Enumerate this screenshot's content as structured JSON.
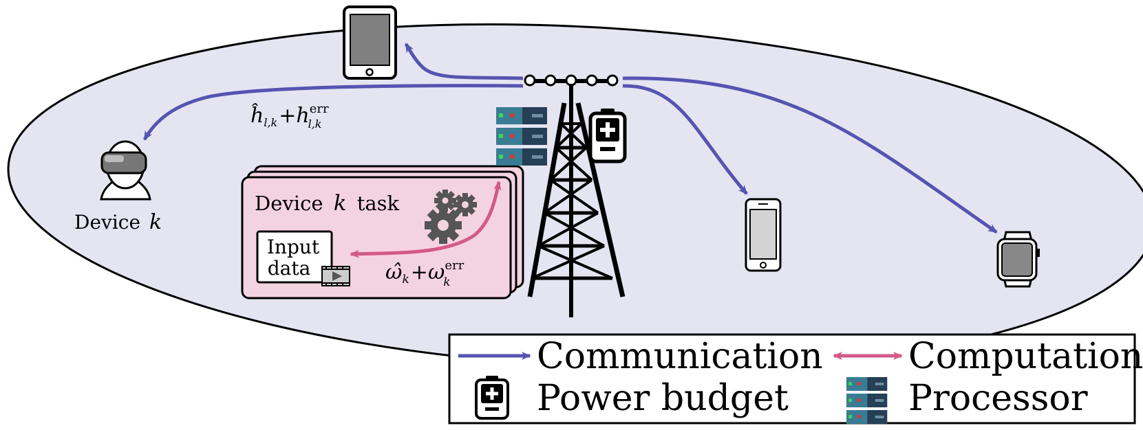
{
  "colors": {
    "cell_fill": "#e5e5f2",
    "communication": "#5654b0",
    "computation": "#d35a86",
    "task_card": "#f4d3e0",
    "server_blue": "#3a7c94",
    "server_dark": "#243f56"
  },
  "device_label": {
    "prefix": "Device",
    "var": "k"
  },
  "channel_label": {
    "h_hat": "ĥ",
    "h_hat_sub": "l,k",
    "plus": "+",
    "h": "h",
    "h_sup": "err",
    "h_sub": "l,k"
  },
  "task_card": {
    "title_prefix": "Device",
    "title_var": "k",
    "title_suffix": "task",
    "input_line1": "Input",
    "input_line2": "data"
  },
  "computation_label": {
    "omega_hat": "ω̂",
    "omega_hat_sub": "k",
    "plus": "+",
    "omega": "ω",
    "omega_sup": "err",
    "omega_sub": "k"
  },
  "icons": [
    "tablet-icon",
    "vr-headset-user-icon",
    "smartphone-icon",
    "smartwatch-icon",
    "antenna-tower-icon",
    "battery-icon",
    "server-rack-icon",
    "gears-icon",
    "video-file-icon"
  ],
  "legend": {
    "communication": "Communication",
    "computation": "Computation",
    "power_budget": "Power budget",
    "processor": "Processor"
  }
}
